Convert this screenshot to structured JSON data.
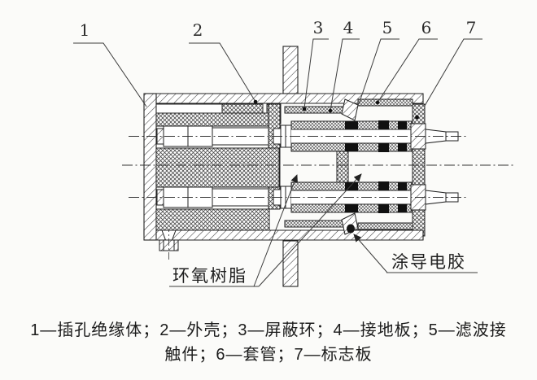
{
  "colors": {
    "paper": "#fbfbf9",
    "ink": "#2b2b2b"
  },
  "figure": {
    "callouts": [
      {
        "label": "1"
      },
      {
        "label": "2"
      },
      {
        "label": "3"
      },
      {
        "label": "4"
      },
      {
        "label": "5"
      },
      {
        "label": "6"
      },
      {
        "label": "7"
      }
    ],
    "annotations": {
      "epoxy_resin": "环氧树脂",
      "conductive_adhesive": "涂导电胶"
    }
  },
  "legend_parts": [
    {
      "num": "1",
      "name": "插孔绝缘体"
    },
    {
      "num": "2",
      "name": "外壳"
    },
    {
      "num": "3",
      "name": "屏蔽环"
    },
    {
      "num": "4",
      "name": "接地板"
    },
    {
      "num": "5",
      "name": "滤波接触件"
    },
    {
      "num": "6",
      "name": "套管"
    },
    {
      "num": "7",
      "name": "标志板"
    }
  ],
  "caption": {
    "line1": "1—插孔绝缘体；2—外壳；3—屏蔽环；4—接地板；5—滤波接",
    "line2": "触件；6—套管；7—标志板"
  }
}
